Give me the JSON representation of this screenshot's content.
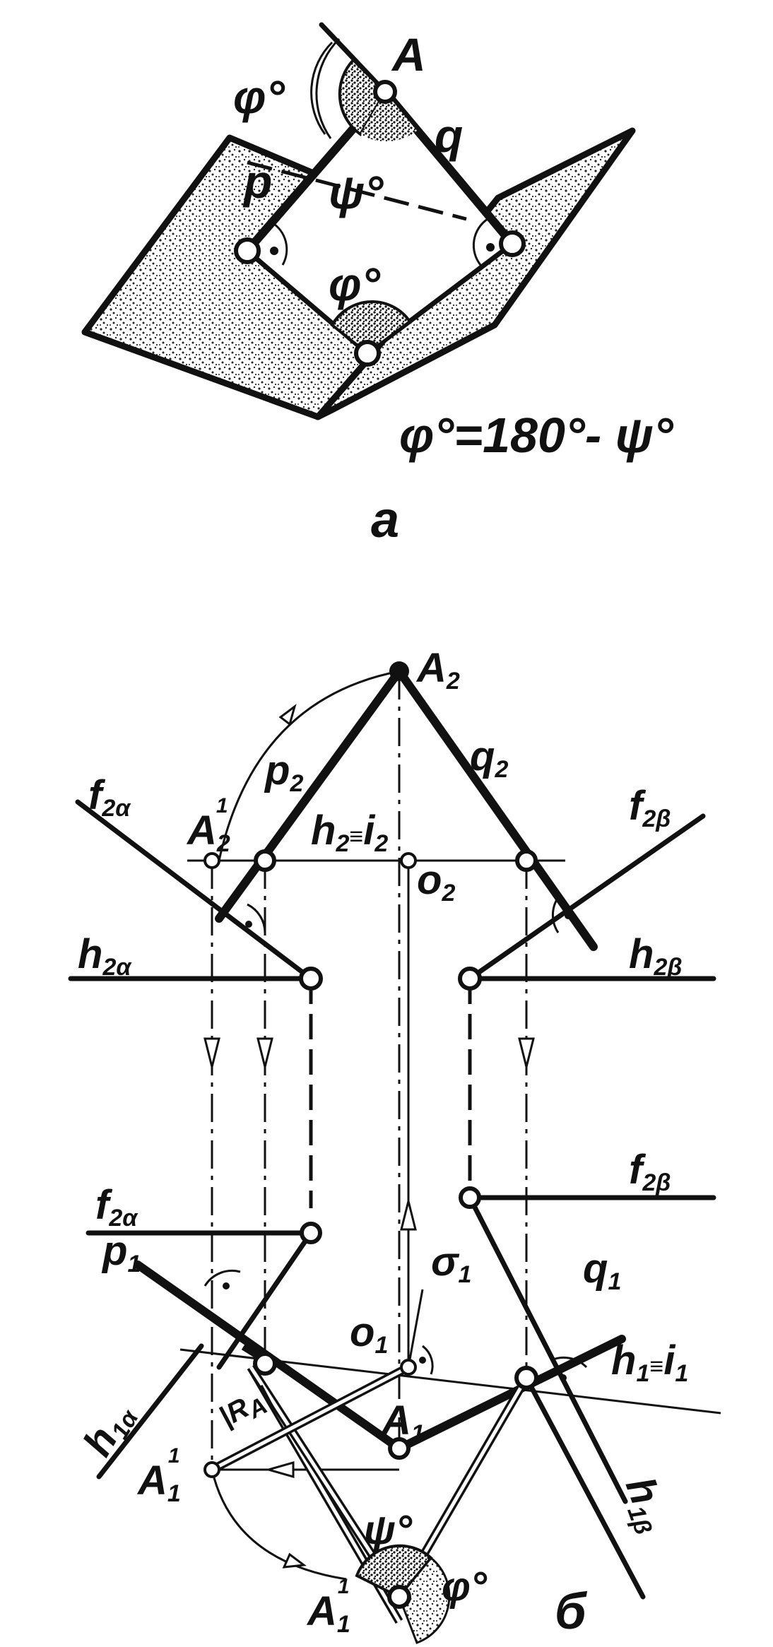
{
  "figure_a": {
    "caption": "a",
    "formula": "φ°=180°- ψ°",
    "labels": {
      "A": "A",
      "q": "q",
      "p": "p",
      "phi_top": "φ°",
      "psi": "ψ°",
      "phi_mid": "φ°"
    }
  },
  "figure_b": {
    "caption": "б",
    "labels": {
      "A2_base": "A",
      "A2_sub": "2",
      "p2_base": "p",
      "p2_sub": "2",
      "q2_base": "q",
      "q2_sub": "2",
      "A21_base": "A",
      "A21_sub": "2",
      "A21_sup": "1",
      "h2i2": "h",
      "h2i2_sub": "2",
      "h2i2_eq": "≡",
      "h2i2_i": "i",
      "h2i2_isub": "2",
      "o2_base": "o",
      "o2_sub": "2",
      "f2a_top_base": "f",
      "f2a_top_sub": "2α",
      "f2b_top_base": "f",
      "f2b_top_sub": "2β",
      "h2a_base": "h",
      "h2a_sub": "2α",
      "h2b_base": "h",
      "h2b_sub": "2β",
      "f2a_bot_base": "f",
      "f2a_bot_sub": "2α",
      "f2b_bot_base": "f",
      "f2b_bot_sub": "2β",
      "p1_base": "p",
      "p1_sub": "1",
      "q1_base": "q",
      "q1_sub": "1",
      "sigma1_base": "σ",
      "sigma1_sub": "1",
      "o1_base": "o",
      "o1_sub": "1",
      "h1i1": "h",
      "h1i1_sub": "1",
      "h1i1_eq": "≡",
      "h1i1_i": "i",
      "h1i1_isub": "1",
      "h1a_base": "h",
      "h1a_sub": "1α",
      "h1b_base": "h",
      "h1b_sub": "1β",
      "A1_base": "A",
      "A1_sub": "1",
      "RA": "|R",
      "RA_sub": "A",
      "RA_end": "|",
      "A11_left_base": "A",
      "A11_left_sub": "1",
      "A11_left_sup": "1",
      "A11_bot_base": "A",
      "A11_bot_sub": "1",
      "A11_bot_sup": "1",
      "psi": "ψ°",
      "phi": "φ°"
    }
  },
  "colors": {
    "ink": "#111111",
    "paper": "#ffffff"
  }
}
